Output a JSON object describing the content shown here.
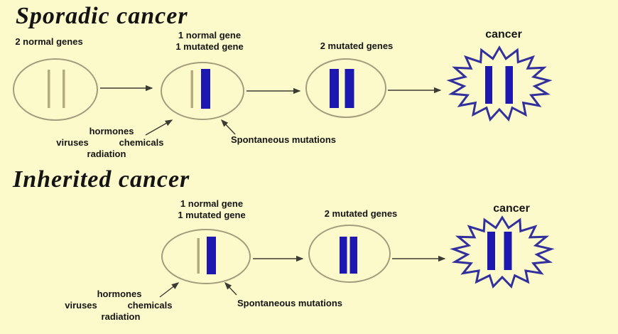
{
  "colors": {
    "bg": "#fcf9ca",
    "cell-stroke": "#a39d7c",
    "normal-gene": "#b3ab7e",
    "mutated-gene": "#1c18b0",
    "starburst-stroke": "#32309c",
    "arrow": "#3c3b33",
    "text": "#151515"
  },
  "sporadic": {
    "title": "Sporadic cancer",
    "cell1_label": "2 normal genes",
    "cell2_label_line1": "1 normal gene",
    "cell2_label_line2": "1 mutated gene",
    "cell3_label": "2 mutated genes",
    "cancer_label": "cancer",
    "mutagens_line1": "hormones",
    "mutagens_line2a": "viruses",
    "mutagens_line2b": "chemicals",
    "mutagens_line3": "radiation",
    "spontaneous_label": "Spontaneous mutations"
  },
  "inherited": {
    "title": "Inherited cancer",
    "cell1_label_line1": "1 normal gene",
    "cell1_label_line2": "1 mutated gene",
    "cell2_label": "2 mutated genes",
    "cancer_label": "cancer",
    "mutagens_line1": "hormones",
    "mutagens_line2a": "viruses",
    "mutagens_line2b": "chemicals",
    "mutagens_line3": "radiation",
    "spontaneous_label": "Spontaneous mutations"
  }
}
